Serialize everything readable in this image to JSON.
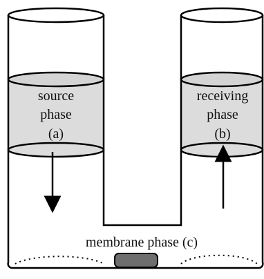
{
  "labels": {
    "source_phase_line1": "source",
    "source_phase_line2": "phase",
    "source_phase_line3": "(a)",
    "receiving_phase_line1": "receiving",
    "receiving_phase_line2": "phase",
    "receiving_phase_line3": "(b)",
    "membrane_phase": "membrane phase (c)"
  },
  "colors": {
    "phase_fill": "#dcdcdc",
    "stir_bar": "#6e6e6e",
    "line": "#000000",
    "background": "#ffffff"
  },
  "arrows": {
    "source": "down",
    "receiving": "up"
  }
}
